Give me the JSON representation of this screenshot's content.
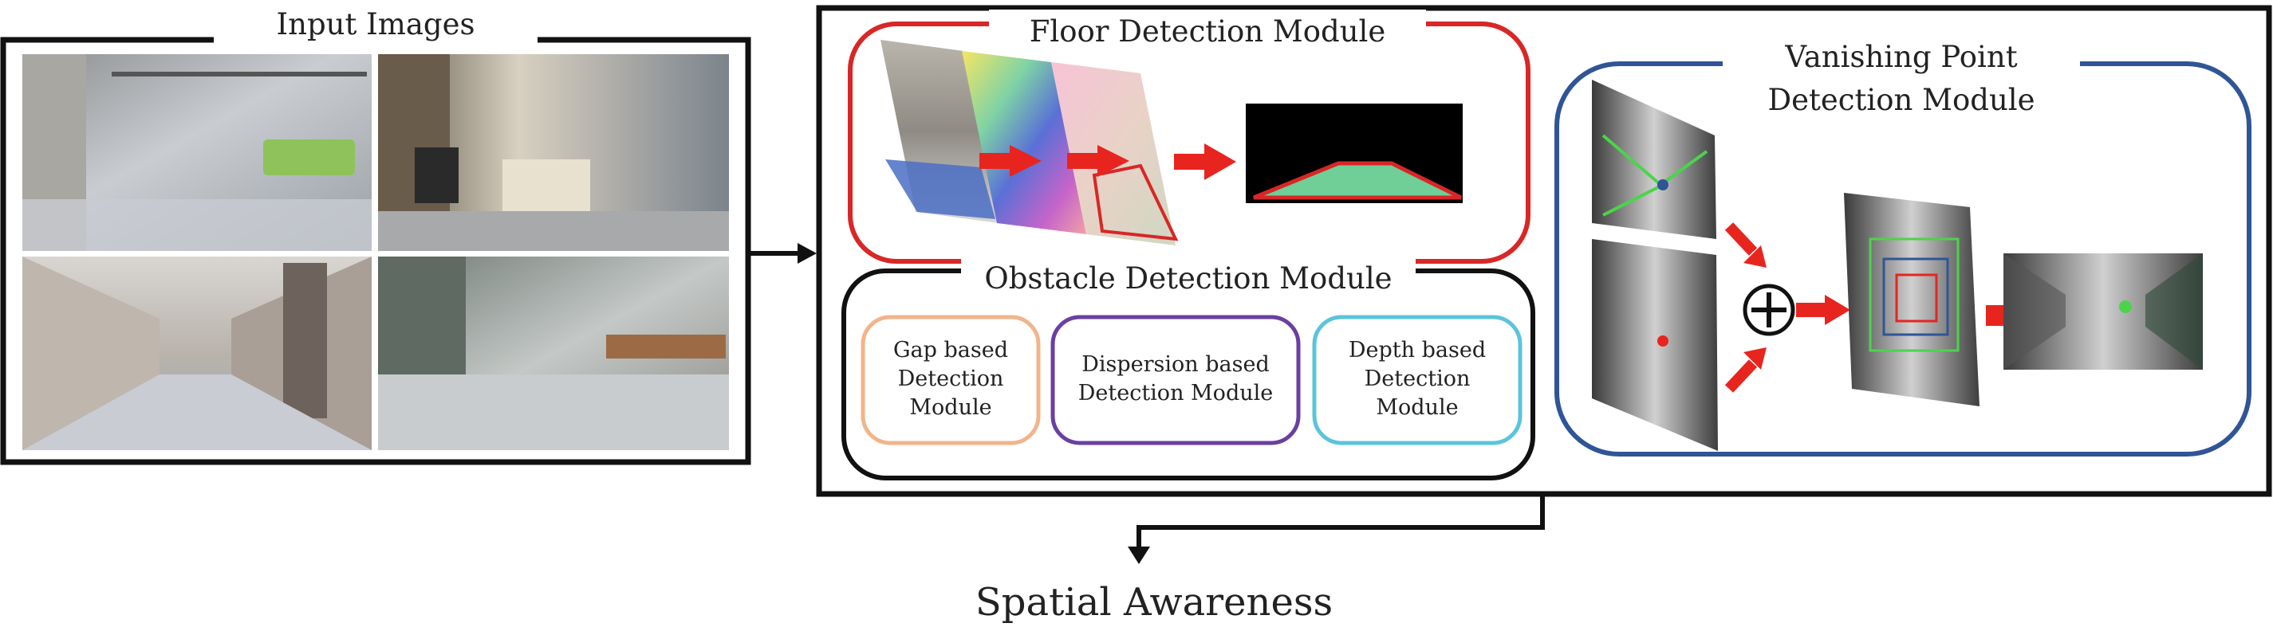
{
  "input_panel": {
    "title": "Input Images",
    "images": [
      "indoor-lobby-photo",
      "parking-garage-photo",
      "long-corridor-photo",
      "atrium-hallway-photo"
    ]
  },
  "floor_module": {
    "title": "Floor Detection Module"
  },
  "obstacle_module": {
    "title": "Obstacle Detection Module",
    "boxes": [
      {
        "lines": [
          "Gap based",
          "Detection",
          "Module"
        ],
        "color": "#f2b48a"
      },
      {
        "lines": [
          "Dispersion based",
          "Detection Module"
        ],
        "color": "#6b3fa0"
      },
      {
        "lines": [
          "Depth based",
          "Detection",
          "Module"
        ],
        "color": "#5bc4db"
      }
    ]
  },
  "vp_module": {
    "title_line1": "Vanishing Point",
    "title_line2": "Detection Module",
    "combine_symbol": "⊕"
  },
  "output": {
    "label": "Spatial Awareness"
  },
  "colors": {
    "floor_border": "#d92626",
    "obstacle_border": "#111111",
    "vp_border": "#2f5597",
    "arrow_red": "#e8241f",
    "floor_mask": "#6fcf97"
  }
}
